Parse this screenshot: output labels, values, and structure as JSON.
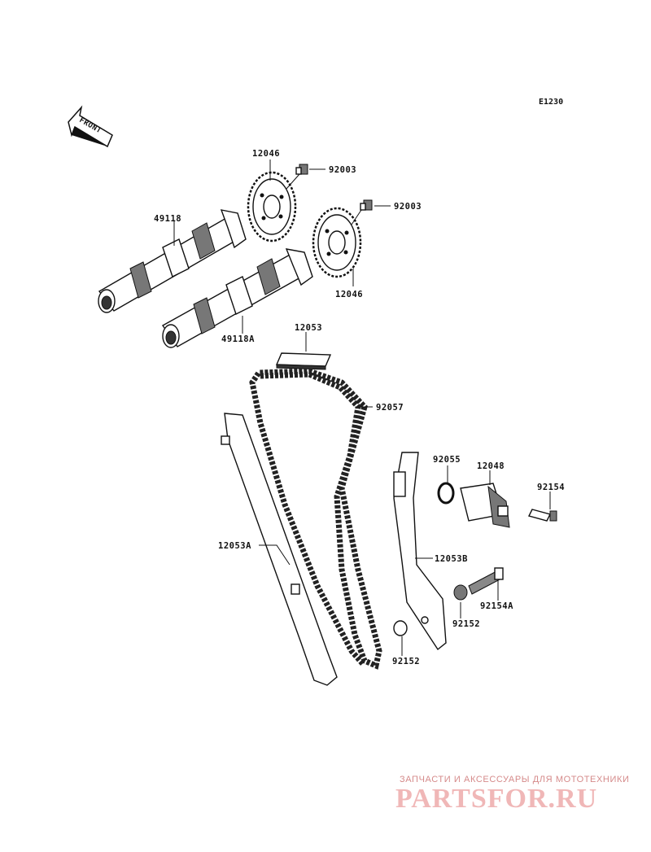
{
  "diagram_code": "E1230",
  "front_label": "FRONT",
  "watermark": {
    "top_text": "ЗАПЧАСТИ И АКСЕССУАРЫ ДЛЯ МОТОТЕХНИКИ",
    "logo_text": "PARTSFOR.RU",
    "color": "#e07a7a"
  },
  "parts": {
    "sprocket_upper": "12046",
    "sprocket_lower": "12046",
    "bolt_upper": "92003",
    "bolt_lower": "92003",
    "camshaft_exhaust": "49118",
    "camshaft_intake": "49118A",
    "guide_top": "12053",
    "cam_chain": "92057",
    "guide_front": "12053A",
    "o_ring": "92055",
    "tensioner": "12048",
    "tensioner_bolt": "92154",
    "guide_rear": "12053B",
    "pivot_bolt": "92154A",
    "collar_right": "92152",
    "collar_lower": "92152"
  }
}
